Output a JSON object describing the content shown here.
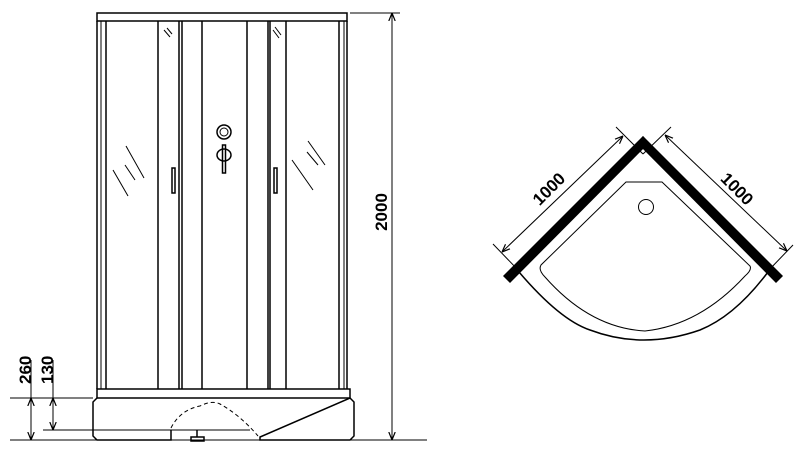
{
  "front_view": {
    "height_label": "2000",
    "base_height_label": "260",
    "tray_height_label": "130"
  },
  "plan_view": {
    "left_side_label": "1000",
    "right_side_label": "1000"
  },
  "colors": {
    "line": "#000000",
    "background": "#ffffff"
  }
}
